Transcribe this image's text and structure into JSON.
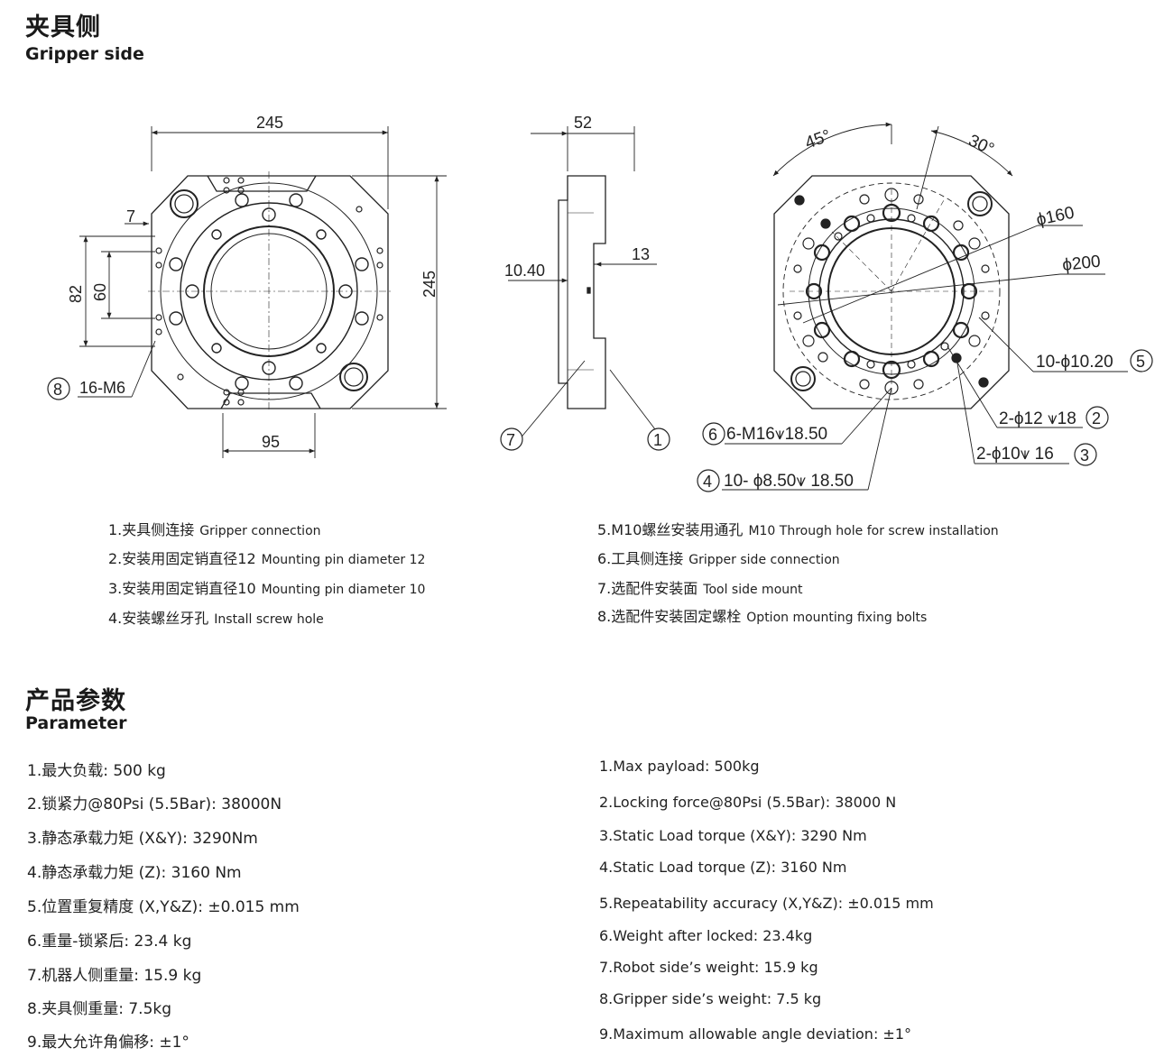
{
  "section1": {
    "title_cn": "夹具侧",
    "title_en": "Gripper side"
  },
  "drawing": {
    "front": {
      "width_dim": "245",
      "height_dim": "245",
      "offset_7": "7",
      "dim_82": "82",
      "dim_60": "60",
      "dim_95": "95",
      "bolt_label": "16-M6"
    },
    "side": {
      "thickness": "52",
      "depth_13": "13",
      "depth_1040": "10.40"
    },
    "back": {
      "angle_45": "45°",
      "angle_30": "30°",
      "d160": "ϕ160",
      "d200": "ϕ200",
      "c5": "10-ϕ10.20",
      "c2": "2-ϕ12 ⩛18",
      "c3": "2-ϕ10⩛ 16",
      "c6": "6-M16⩛18.50",
      "c4": "10- ϕ8.50⩛ 18.50"
    },
    "markers": {
      "m1": "1",
      "m2": "2",
      "m3": "3",
      "m4": "4",
      "m5": "5",
      "m6": "6",
      "m7": "7",
      "m8": "8"
    }
  },
  "legend": [
    {
      "cn": "1.夹具侧连接",
      "en": "Gripper connection"
    },
    {
      "cn": "2.安装用固定销直径12",
      "en": "Mounting pin diameter 12"
    },
    {
      "cn": "3.安装用固定销直径10",
      "en": "Mounting pin diameter 10"
    },
    {
      "cn": "4.安装螺丝牙孔",
      "en": "Install screw hole"
    },
    {
      "cn": "5.M10螺丝安装用通孔",
      "en": "M10 Through hole for screw installation"
    },
    {
      "cn": "6.工具侧连接",
      "en": "Gripper side connection"
    },
    {
      "cn": "7.选配件安装面",
      "en": "Tool side mount"
    },
    {
      "cn": "8.选配件安装固定螺栓",
      "en": "Option mounting fixing bolts"
    }
  ],
  "section2": {
    "title_cn": "产品参数",
    "title_en": "Parameter"
  },
  "params_cn": [
    "1.最大负载: 500 kg",
    "2.锁紧力@80Psi (5.5Bar): 38000N",
    "3.静态承载力矩 (X&Y): 3290Nm",
    "4.静态承载力矩 (Z): 3160 Nm",
    "5.位置重复精度 (X,Y&Z): ±0.015 mm",
    "6.重量-锁紧后: 23.4 kg",
    "7.机器人侧重量: 15.9 kg",
    "8.夹具侧重量: 7.5kg",
    "9.最大允许角偏移: ±1°"
  ],
  "params_en": [
    "1.Max payload: 500kg",
    "2.Locking force@80Psi (5.5Bar): 38000 N",
    "3.Static Load torque (X&Y): 3290 Nm",
    "4.Static Load torque (Z): 3160 Nm",
    "5.Repeatability accuracy (X,Y&Z): ±0.015 mm",
    "6.Weight after locked: 23.4kg",
    "7.Robot side’s weight: 15.9 kg",
    "8.Gripper side’s weight: 7.5 kg",
    "9.Maximum allowable angle deviation: ±1°"
  ]
}
